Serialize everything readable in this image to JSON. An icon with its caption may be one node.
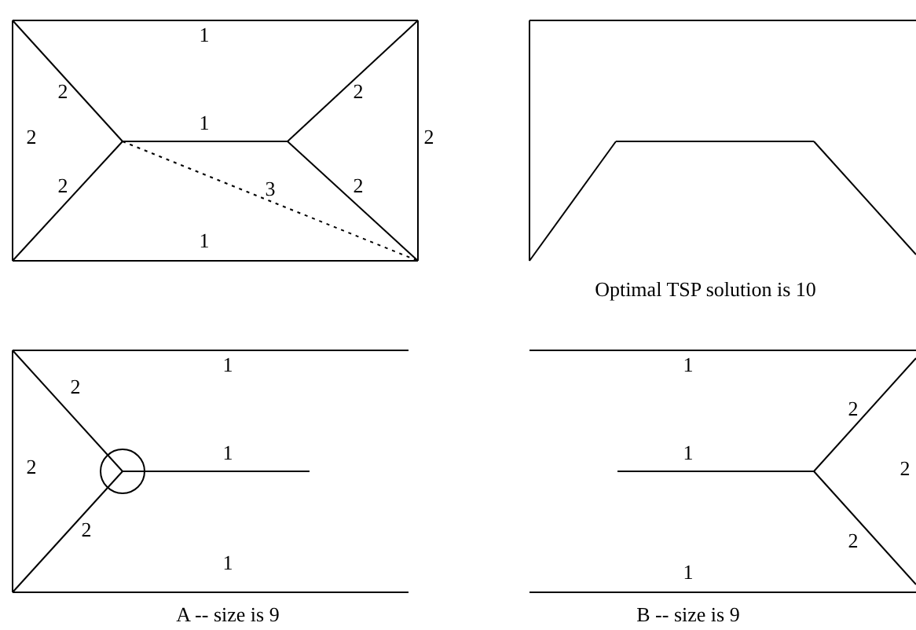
{
  "diagram": {
    "labels": [
      "1",
      "2",
      "2",
      "1",
      "2",
      "2",
      "2",
      "3",
      "2",
      "1",
      "Optimal TSP solution is 10",
      "1",
      "2",
      "2",
      "1",
      "2",
      "1",
      "A -- size is 9",
      "1",
      "2",
      "1",
      "2",
      "2",
      "1",
      "B -- size is 9"
    ]
  }
}
